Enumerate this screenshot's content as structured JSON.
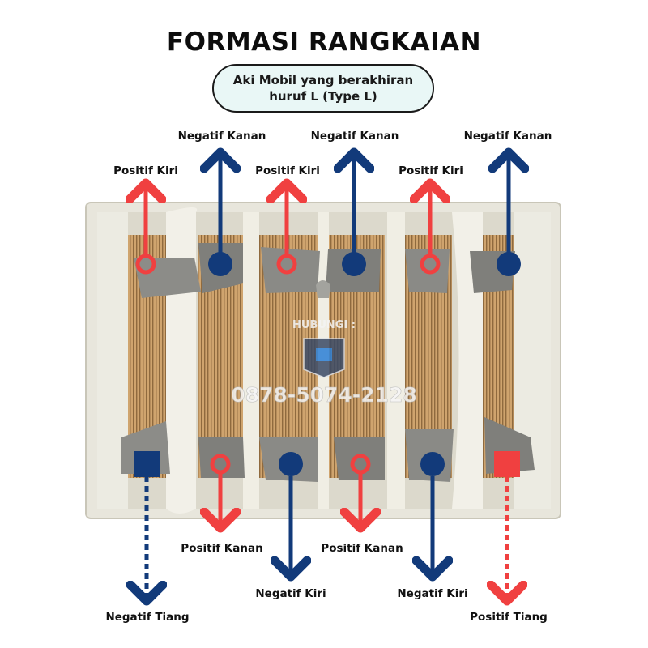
{
  "title": "FORMASI RANGKAIAN",
  "subtitle_line1": "Aki Mobil yang berakhiran",
  "subtitle_line2": "huruf L (Type L)",
  "labels": {
    "negatif_kanan": "Negatif Kanan",
    "positif_kiri": "Positif Kiri",
    "positif_kanan": "Positif Kanan",
    "negatif_kiri": "Negatif Kiri",
    "negatif_tiang": "Negatif Tiang",
    "positif_tiang": "Positif Tiang"
  },
  "watermark": {
    "contact_label": "HUBUNGI :",
    "phone": "0878-5074-2128"
  },
  "colors": {
    "positive": "#f04040",
    "negative": "#123a7a",
    "case": "#eceae0",
    "plates": "#caa06c",
    "lead": "#8c8c88"
  }
}
